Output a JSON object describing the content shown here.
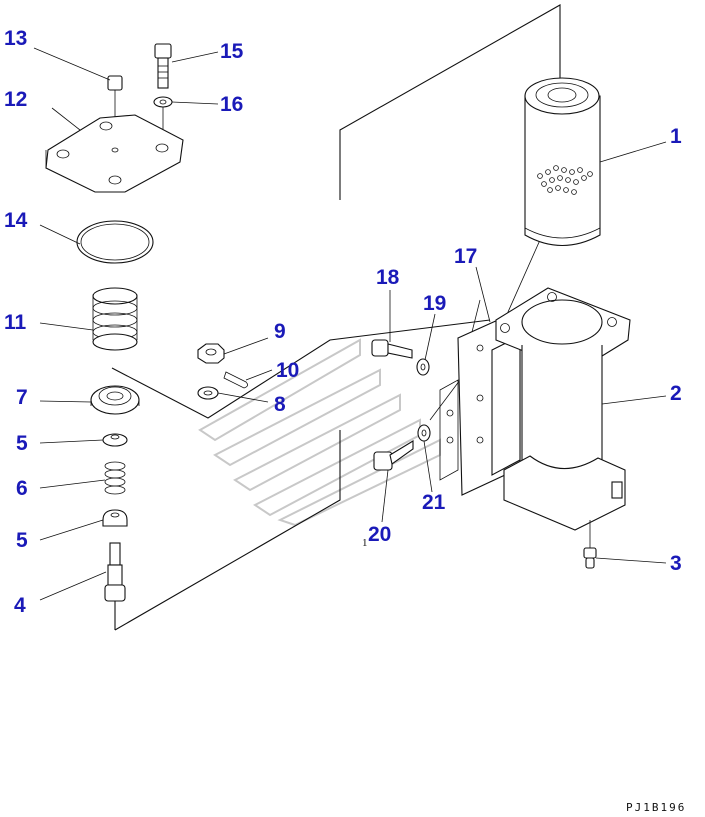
{
  "drawing_code": "PJ1B196",
  "note": "1",
  "callouts": [
    "1",
    "2",
    "3",
    "4",
    "5",
    "5",
    "6",
    "7",
    "8",
    "9",
    "10",
    "11",
    "12",
    "13",
    "14",
    "15",
    "16",
    "17",
    "18",
    "19",
    "20",
    "21"
  ],
  "colors": {
    "callout": "#1a1ab8",
    "line": "#111111",
    "background": "#ffffff"
  }
}
